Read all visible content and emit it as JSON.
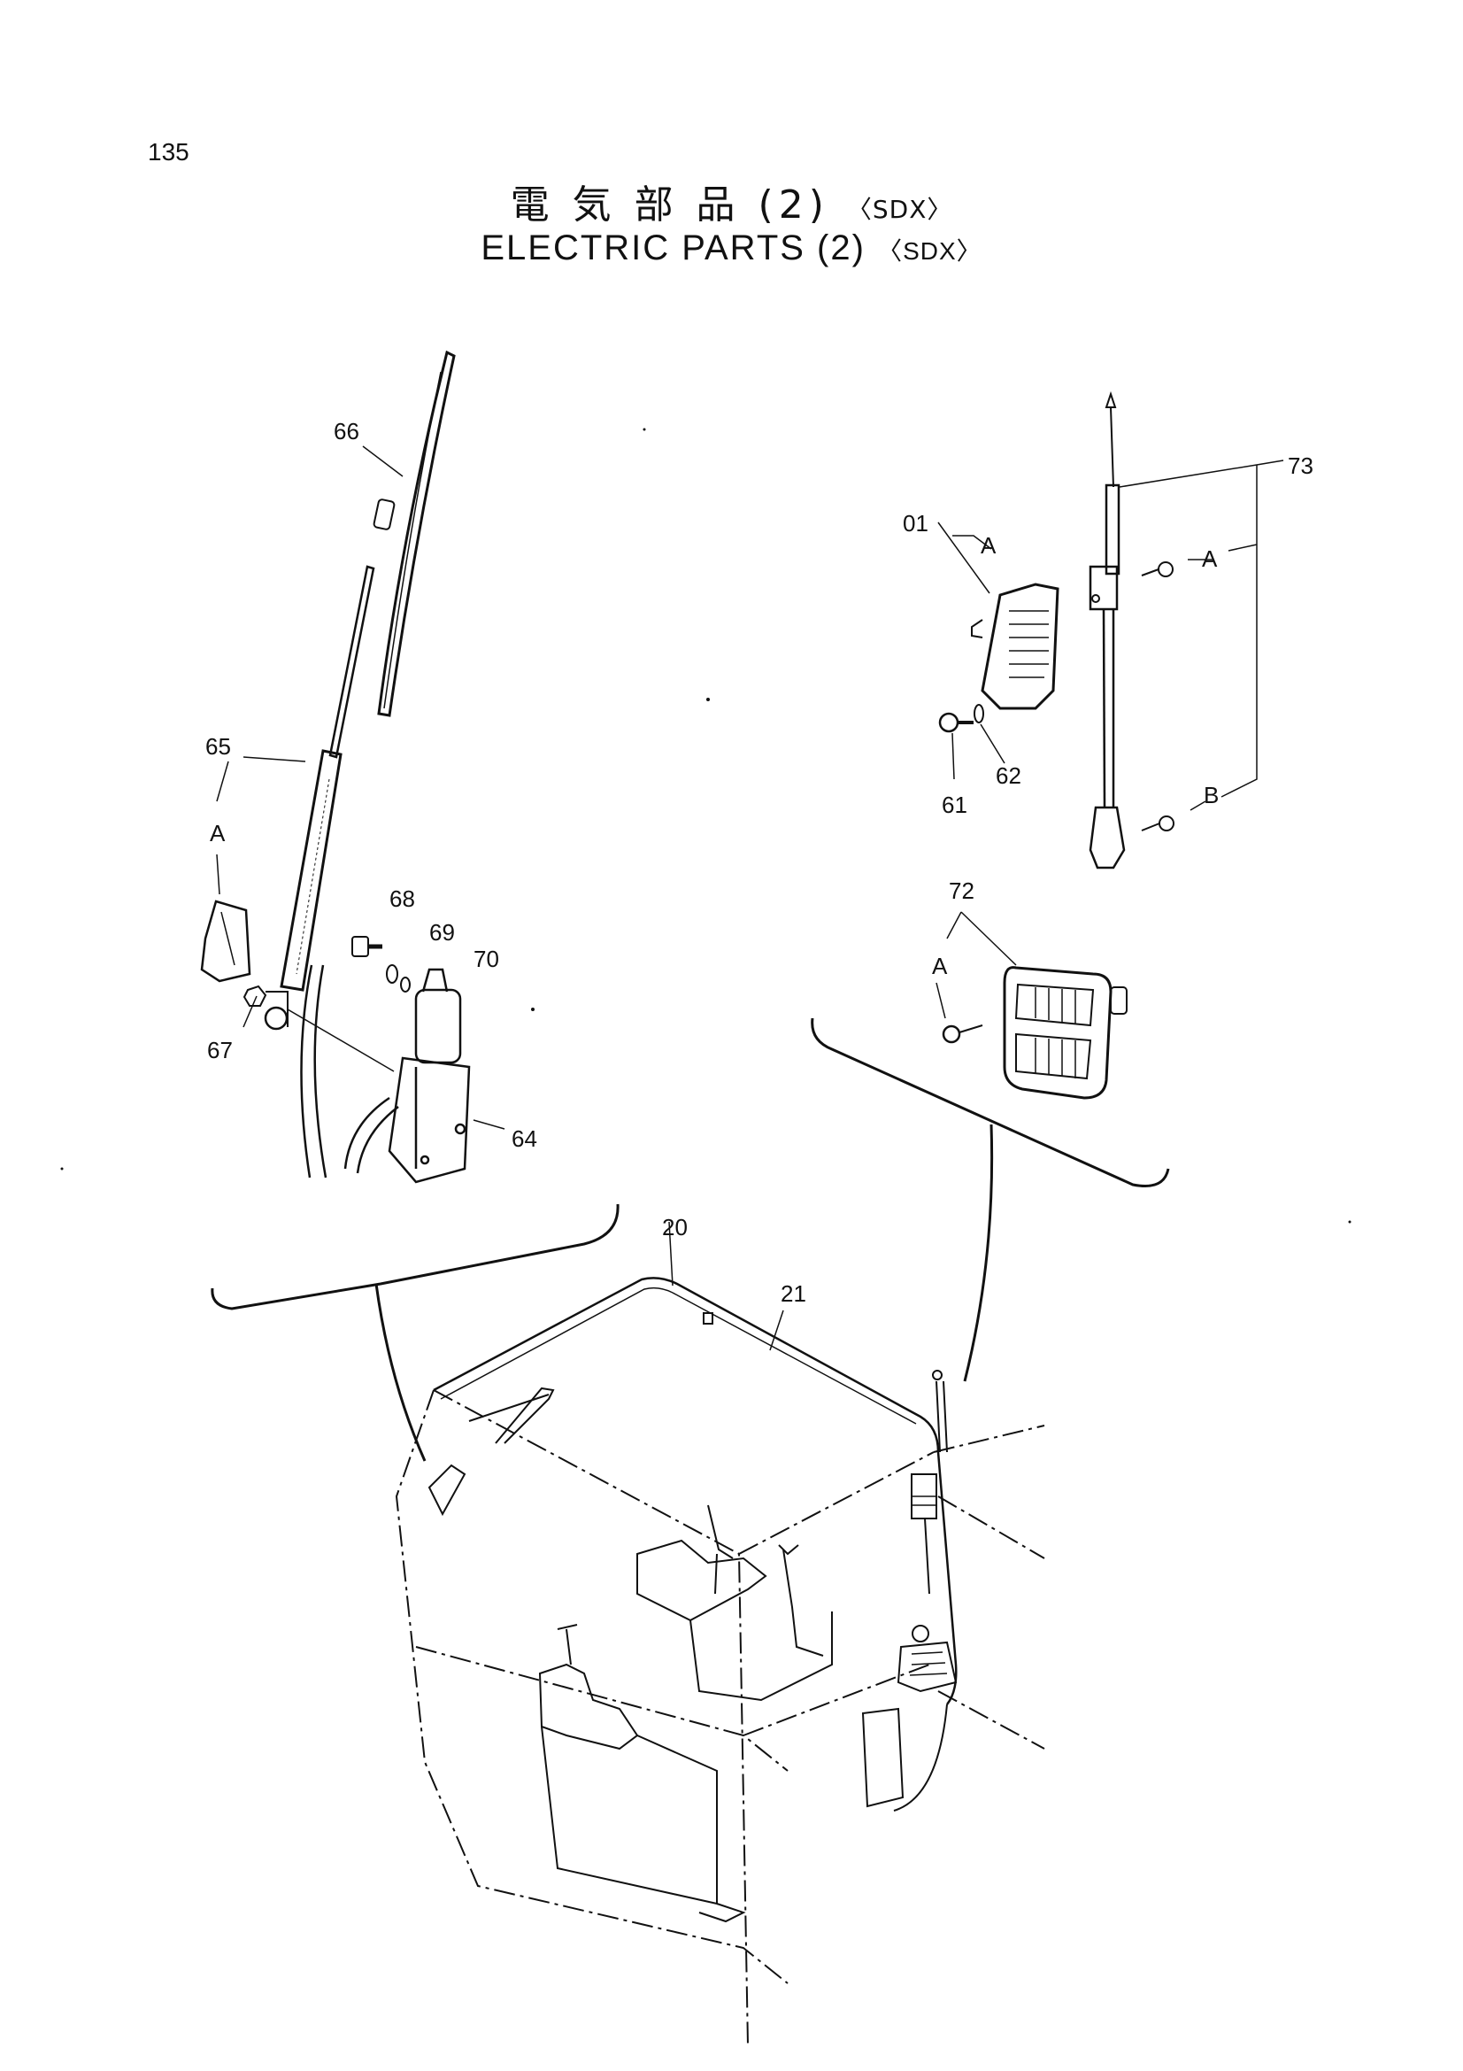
{
  "page": {
    "number": "135"
  },
  "title": {
    "jp_main": "電 気 部 品 (2)",
    "jp_suffix": "〈SDX〉",
    "en_main": "ELECTRIC  PARTS  (2)",
    "en_suffix": "〈SDX〉"
  },
  "callouts": {
    "p01": "01",
    "p20": "20",
    "p21": "21",
    "p61": "61",
    "p62": "62",
    "p64": "64",
    "p65": "65",
    "p66": "66",
    "p67": "67",
    "p68": "68",
    "p69": "69",
    "p70": "70",
    "p72": "72",
    "p73": "73"
  },
  "letters": {
    "a_wiper": "A",
    "a_lamp01": "A",
    "a_ant": "A",
    "b_ant": "B",
    "a_lamp72": "A"
  }
}
